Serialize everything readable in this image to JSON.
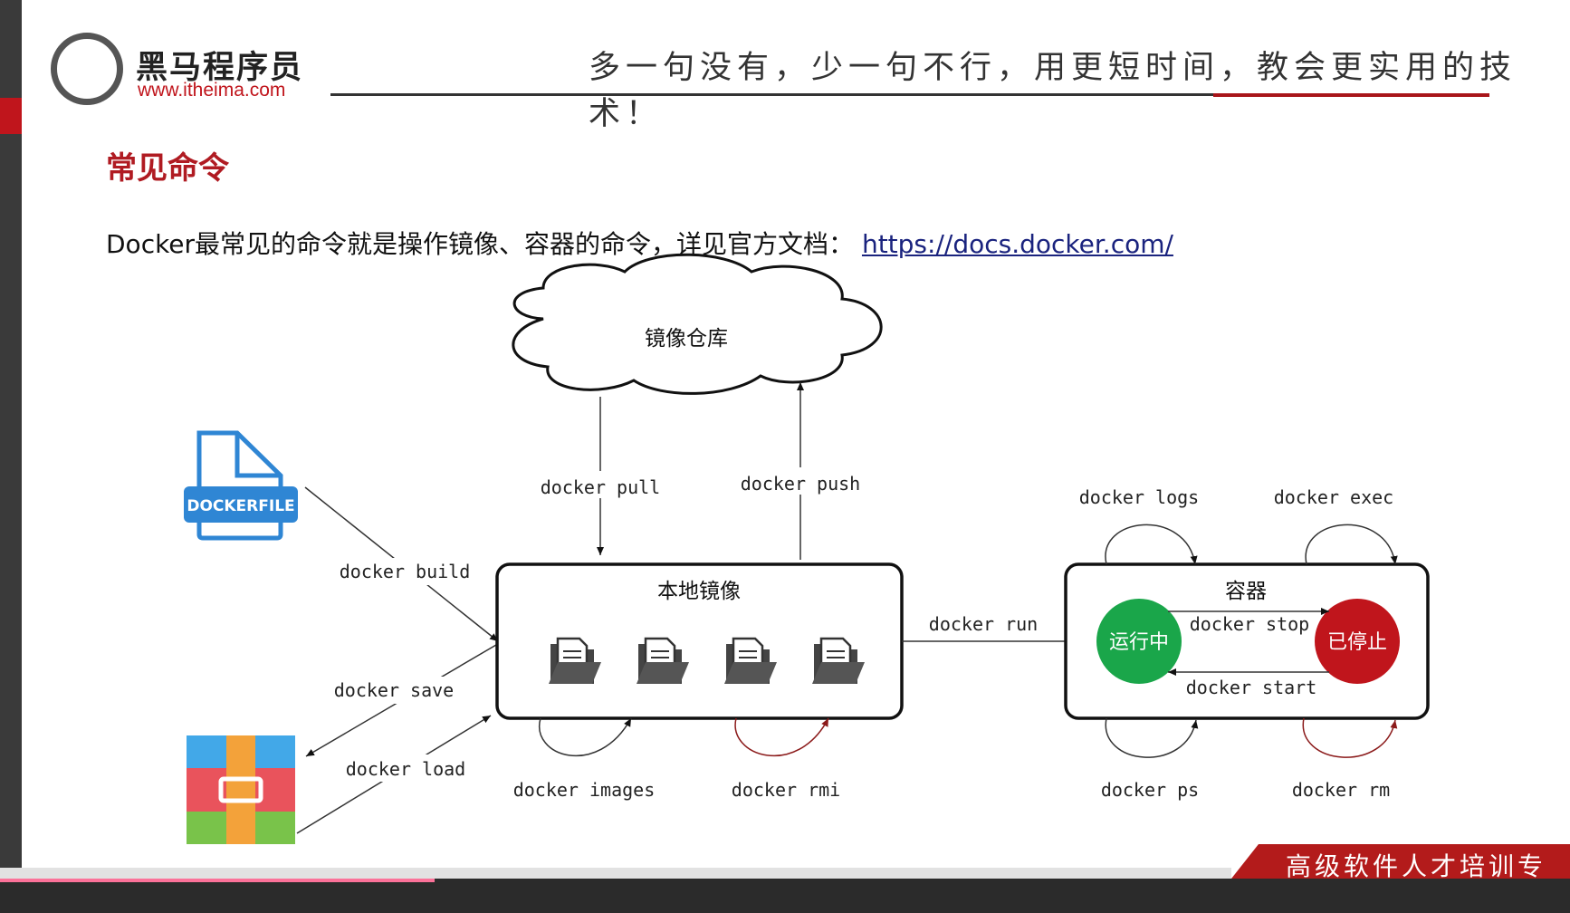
{
  "header": {
    "brand_name": "黑马程序员",
    "brand_url": "www.itheima.com",
    "slogan": "多一句没有，少一句不行，用更短时间，教会更实用的技术！"
  },
  "section_title": "常见命令",
  "intro": {
    "text": "Docker最常见的命令就是操作镜像、容器的命令，详见官方文档：",
    "link": "https://docs.docker.com/"
  },
  "diagram": {
    "registry": "镜像仓库",
    "dockerfile_label": "DOCKERFILE",
    "local_images": "本地镜像",
    "container": "容器",
    "running": "运行中",
    "stopped": "已停止",
    "cmd_pull": "docker pull",
    "cmd_push": "docker push",
    "cmd_build": "docker build",
    "cmd_save": "docker save",
    "cmd_load": "docker load",
    "cmd_images": "docker images",
    "cmd_rmi": "docker rmi",
    "cmd_run": "docker run",
    "cmd_logs": "docker logs",
    "cmd_exec": "docker exec",
    "cmd_stop": "docker stop",
    "cmd_start": "docker start",
    "cmd_ps": "docker ps",
    "cmd_rm": "docker rm"
  },
  "footer": {
    "slogan": "高级软件人才培训专家"
  },
  "colors": {
    "brand_red": "#b01b22",
    "running_green": "#1aa64a",
    "stopped_red": "#c0151c",
    "dockerfile_blue": "#2f86d4"
  }
}
